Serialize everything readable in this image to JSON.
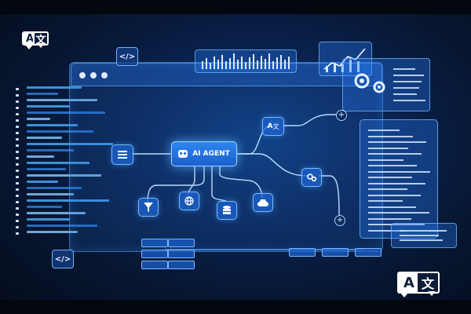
{
  "agent": {
    "label": "AI AGENT"
  },
  "tags": {
    "code_top": "</>",
    "code_bottom": "</>"
  },
  "translate": {
    "latin": "A",
    "cjk": "文"
  },
  "icons": {
    "top_left": "translate-icon",
    "bottom_right": "translate-icon",
    "menu": "list-icon",
    "filter": "filter-icon",
    "globe": "globe-icon",
    "database": "database-icon",
    "cloud": "cloud-icon",
    "settings": "gears-icon",
    "robot": "robot-icon"
  },
  "colors": {
    "background": "#071631",
    "accent": "#2f86f0",
    "line": "#b9dcff"
  }
}
